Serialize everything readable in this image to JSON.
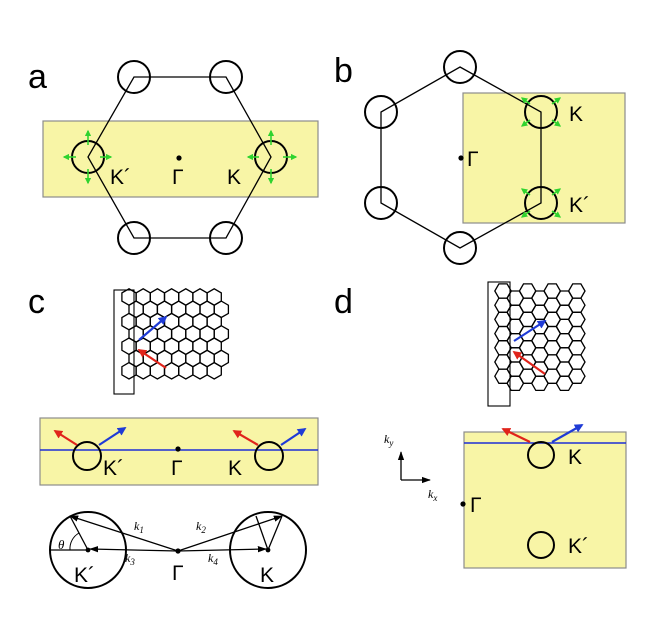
{
  "colors": {
    "box_fill": "#f8f5a6",
    "box_stroke": "#8c8c8c",
    "green_arrow": "#2fd32f",
    "red_arrow": "#e0241b",
    "blue_arrow": "#1f3bd6",
    "blue_line": "#1e2fd6"
  },
  "panels": {
    "a": {
      "letter": "a",
      "gamma": "Γ",
      "k": "K",
      "k_prime": "K´"
    },
    "b": {
      "letter": "b",
      "gamma": "Γ",
      "k": "K",
      "k_prime": "K´"
    },
    "c": {
      "letter": "c",
      "gamma": "Γ",
      "k": "K",
      "k_prime": "K´",
      "gamma_lower": "Γ",
      "k_lower": "K",
      "k_prime_lower": "K´",
      "vectors": [
        "k",
        "k",
        "k",
        "k"
      ],
      "vector_subs": [
        "1",
        "2",
        "3",
        "4"
      ],
      "theta": "θ"
    },
    "d": {
      "letter": "d",
      "gamma": "Γ",
      "k": "K",
      "k_prime": "K´",
      "axis_y": "k",
      "axis_y_sub": "y",
      "axis_x": "k",
      "axis_x_sub": "x"
    }
  }
}
